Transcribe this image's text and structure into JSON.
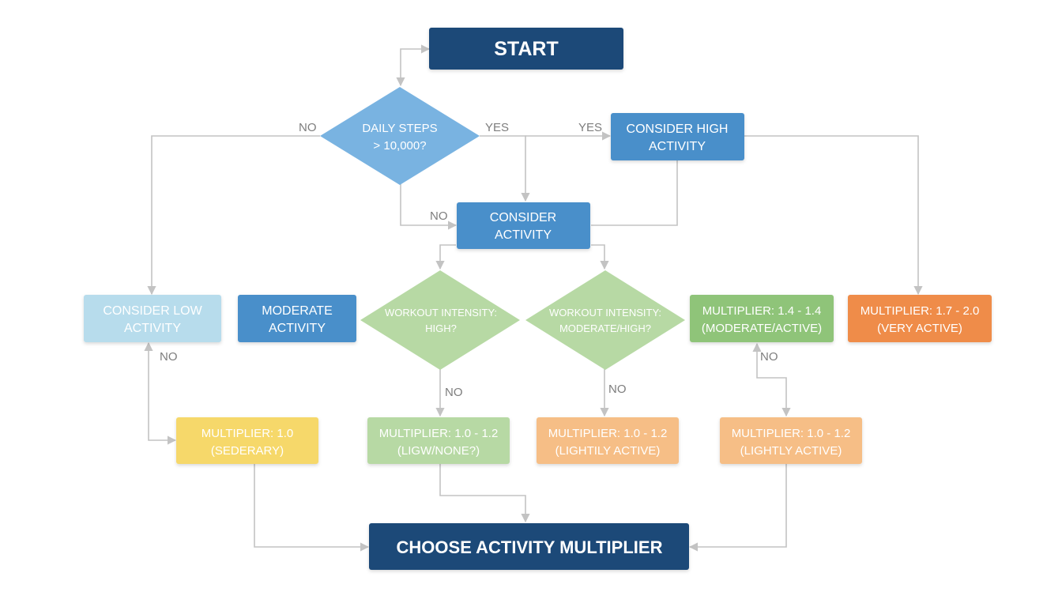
{
  "colors": {
    "navy": "#1f4a78",
    "blue": "#4a8fca",
    "blue_diamond": "#79b3e1",
    "light_blue": "#b7dcec",
    "green": "#8fc479",
    "light_green": "#b7d9a4",
    "yellow": "#f6d86a",
    "light_orange": "#f6be86",
    "orange": "#ef8c4a",
    "edge": "#c3c3c3",
    "edge_label": "#7d7d7d"
  },
  "nodes": {
    "start": {
      "label": "START"
    },
    "daily_steps": {
      "line1": "DAILY STEPS",
      "line2": "> 10,000?"
    },
    "consider_high": {
      "line1": "CONSIDER HIGH",
      "line2": "ACTIVITY"
    },
    "consider_activity": {
      "line1": "CONSIDER",
      "line2": "ACTIVITY"
    },
    "consider_low": {
      "line1": "CONSIDER LOW",
      "line2": "ACTIVITY"
    },
    "moderate_activity": {
      "line1": "MODERATE",
      "line2": "ACTIVITY"
    },
    "intensity_high": {
      "line1": "WORKOUT INTENSITY:",
      "line2": "HIGH?"
    },
    "intensity_mod_high": {
      "line1": "WORKOUT INTENSITY:",
      "line2": "MODERATE/HIGH?"
    },
    "mult_moderate_active": {
      "line1": "MULTIPLIER: 1.4 - 1.4",
      "line2": "(MODERATE/ACTIVE)"
    },
    "mult_very_active": {
      "line1": "MULTIPLIER: 1.7 - 2.0",
      "line2": "(VERY ACTIVE)"
    },
    "mult_sedentary": {
      "line1": "MULTIPLIER: 1.0",
      "line2": "(SEDERARY)"
    },
    "mult_low_none": {
      "line1": "MULTIPLIER: 1.0 - 1.2",
      "line2": "(LIGW/NONE?)"
    },
    "mult_lightly_1": {
      "line1": "MULTIPLIER: 1.0 - 1.2",
      "line2": "(LIGHTILY ACTIVE)"
    },
    "mult_lightly_2": {
      "line1": "MULTIPLIER: 1.0 - 1.2",
      "line2": "(LIGHTLY ACTIVE)"
    },
    "choose": {
      "label": "CHOOSE ACTIVITY MULTIPLIER"
    }
  },
  "edge_labels": {
    "no_left": "NO",
    "yes_right": "YES",
    "yes_to_high": "YES",
    "no_down": "NO",
    "no_low": "NO",
    "no_intensity_high": "NO",
    "no_intensity_mod": "NO",
    "no_moderate_active": "NO"
  }
}
